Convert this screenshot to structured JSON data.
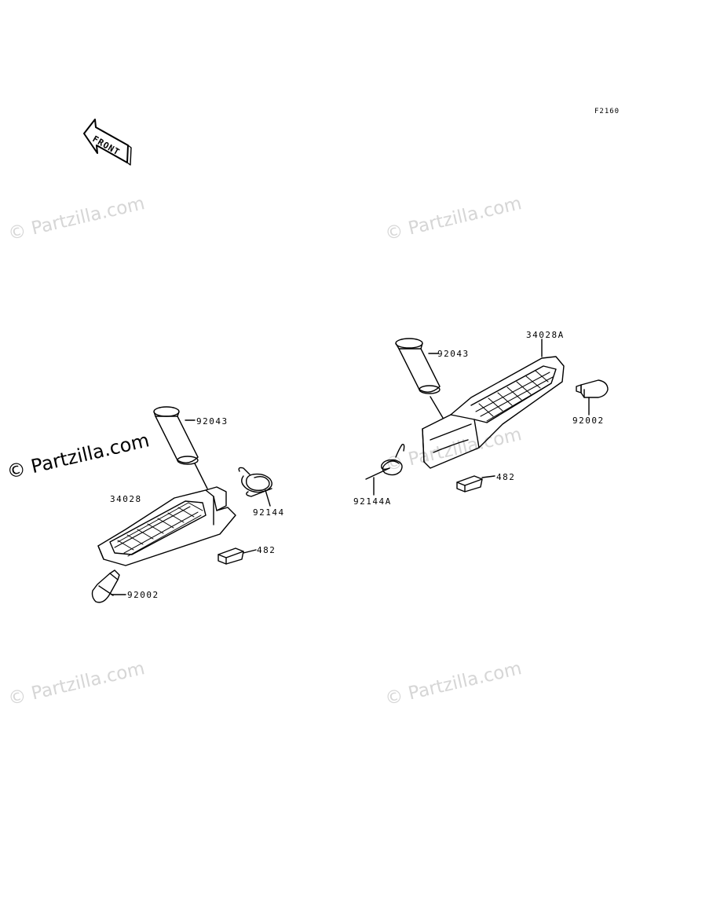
{
  "figure_code": "F2160",
  "front_arrow_label": "FRONT",
  "watermark": {
    "text": "© Partzilla.com",
    "strong_text": "© Partzilla.com"
  },
  "parts": {
    "left": {
      "pin": "92043",
      "footrest": "34028",
      "spring": "92144",
      "clip": "482",
      "damper": "92002"
    },
    "right": {
      "pin": "92043",
      "footrest": "34028A",
      "spring": "92144A",
      "clip": "482",
      "damper": "92002"
    }
  },
  "colors": {
    "line": "#000000",
    "watermark": "#d6d6d6"
  }
}
